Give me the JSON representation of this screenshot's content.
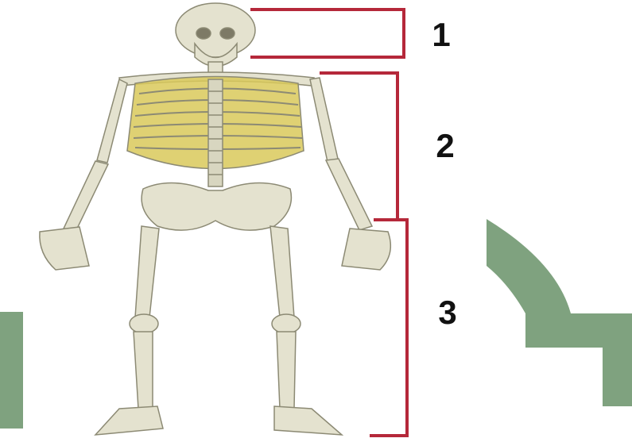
{
  "diagram": {
    "regions": [
      {
        "label": "1"
      },
      {
        "label": "2"
      },
      {
        "label": "3"
      }
    ],
    "colors": {
      "bracket": "#b5283a",
      "bone": "#e4e2cf",
      "bone_outline": "#8c8a74",
      "rib_highlight": "#d9c95a",
      "decor_green": "#7fa27f"
    }
  }
}
